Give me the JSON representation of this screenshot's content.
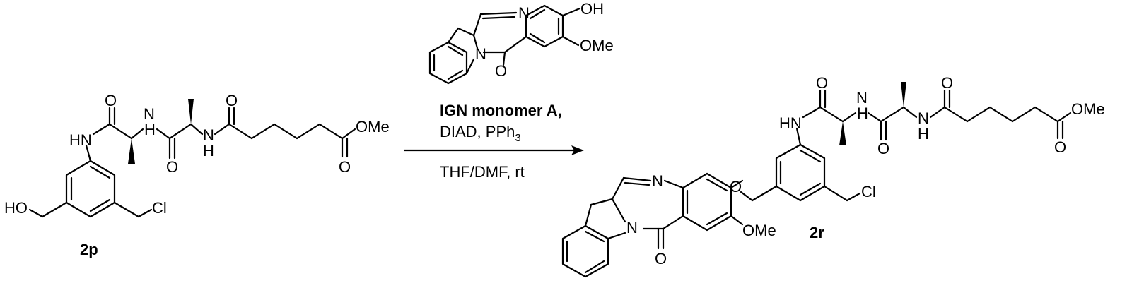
{
  "compound_left": {
    "id": "2p",
    "atoms": {
      "o_amide1": "O",
      "hn_aniline": "HN",
      "nh_1": "N",
      "h_1": "H",
      "o_amide2": "O",
      "n_2": "N",
      "h_2": "H",
      "o_amide3": "O",
      "o_ester_eq": "O",
      "ome": "OMe",
      "ho": "HO",
      "cl": "Cl"
    }
  },
  "reagent": {
    "atoms": {
      "n": "N",
      "oh": "OH",
      "n_ring": "N",
      "o_carbonyl": "O",
      "ome": "OMe"
    },
    "name": "IGN monomer A,",
    "conditions_top_main": "DIAD, PPh",
    "conditions_top_sub": "3",
    "conditions_bottom": "THF/DMF, rt"
  },
  "compound_right": {
    "id": "2r",
    "atoms": {
      "o_amide1": "O",
      "hn_aniline": "HN",
      "nh_1": "N",
      "h_1": "H",
      "o_amide2": "O",
      "n_2": "N",
      "h_2": "H",
      "o_amide3": "O",
      "ome": "OMe",
      "o_ester_eq": "O",
      "cl": "Cl",
      "n_imine": "N",
      "o_ether": "O",
      "n_ring": "N",
      "o_carbonyl": "O",
      "ome_ring": "OMe"
    }
  }
}
